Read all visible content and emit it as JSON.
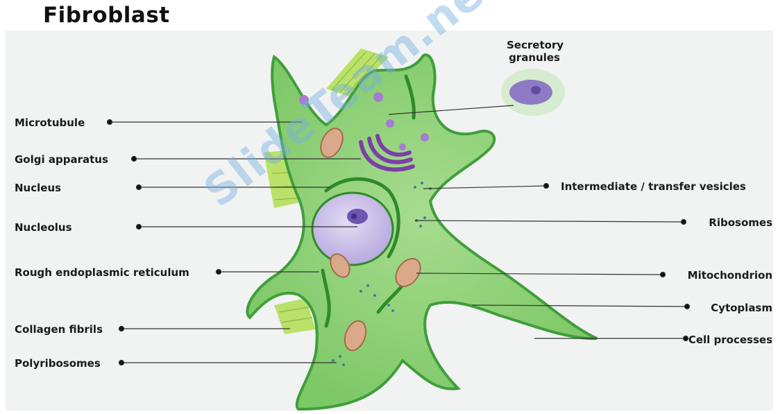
{
  "title": "Fibroblast",
  "watermark": "SlideTeam.net",
  "labels_left": [
    "Microtubule",
    "Golgi apparatus",
    "Nucleus",
    "Nucleolus",
    "Rough endoplasmic reticulum",
    "Collagen fibrils",
    "Polyribosomes"
  ],
  "labels_right": [
    "Intermediate / transfer vesicles",
    "Ribosomes",
    "Mitochondrion",
    "Cytoplasm",
    "Cell processes"
  ],
  "label_top": {
    "line1": "Secretory",
    "line2": "granules"
  },
  "colors": {
    "cytoplasm": "#8fd17a",
    "membrane": "#3f9e3a",
    "nucleus": "#c9bfe6",
    "golgi": "#7d3ea8",
    "mitochondrion": "#d9a98a",
    "collagen": "#a8d64e"
  }
}
